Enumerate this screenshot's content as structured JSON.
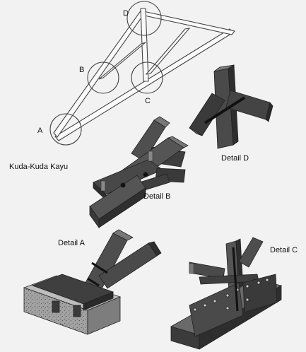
{
  "truss": {
    "caption": "Kuda-Kuda Kayu",
    "point_labels": {
      "a": "A",
      "b": "B",
      "c": "C",
      "d": "D"
    }
  },
  "details": {
    "a": "Detail A",
    "b": "Detail B",
    "c": "Detail C",
    "d": "Detail D"
  },
  "colors": {
    "background": "#f2f2f2",
    "timber_dark": "#3c3c3c",
    "timber_mid": "#555555",
    "timber_light": "#6e6e6e",
    "concrete": "#9a9a9a",
    "bolt_plate": "#1e1e1e"
  }
}
